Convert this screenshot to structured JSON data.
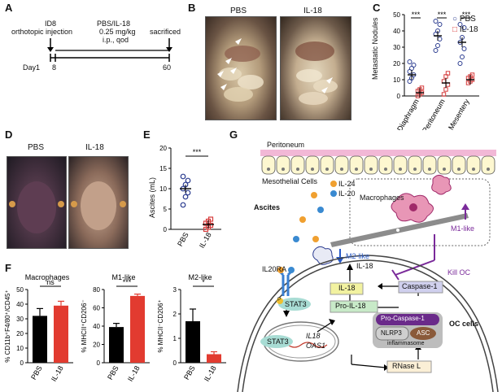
{
  "figure": {
    "labels": [
      "A",
      "B",
      "C",
      "D",
      "E",
      "F",
      "G"
    ]
  },
  "panel_a": {
    "line1": "ID8",
    "line2": "orthotopic injection",
    "treatment": "PBS/IL-18",
    "dose": "0.25 mg/kg",
    "schedule": "i.p., qod",
    "end": "sacrificed",
    "day_label": "Day1",
    "day8": "8",
    "day60": "60"
  },
  "panel_b": {
    "left": "PBS",
    "right": "IL-18"
  },
  "panel_d": {
    "left": "PBS",
    "right": "IL-18"
  },
  "chart_c": {
    "type": "scatter",
    "ylabel": "Metastatic Nodules",
    "yticks": [
      "0",
      "10",
      "20",
      "30",
      "40",
      "50"
    ],
    "ylim": [
      0,
      50
    ],
    "categories": [
      "Diaphragm",
      "Peritoneum",
      "Mesentery"
    ],
    "sig": [
      "***",
      "***",
      "***"
    ],
    "series": [
      {
        "name": "PBS",
        "color": "#2a3b8f",
        "means": [
          13,
          37,
          33
        ],
        "points": [
          [
            9,
            11,
            13,
            15,
            17,
            19,
            21
          ],
          [
            28,
            31,
            35,
            38,
            40,
            44,
            46
          ],
          [
            20,
            24,
            29,
            33,
            36,
            42,
            44
          ]
        ]
      },
      {
        "name": "IL-18",
        "color": "#d63a3a",
        "means": [
          2,
          8,
          10
        ],
        "points": [
          [
            0,
            1,
            2,
            3,
            4,
            5
          ],
          [
            1,
            4,
            7,
            9,
            12,
            14
          ],
          [
            8,
            9,
            10,
            11,
            12,
            13
          ]
        ]
      }
    ]
  },
  "chart_e": {
    "type": "scatter",
    "ylabel": "Ascites (mL)",
    "yticks": [
      "0",
      "5",
      "10",
      "15",
      "20"
    ],
    "ylim": [
      0,
      20
    ],
    "categories": [
      "PBS",
      "IL-18"
    ],
    "sig": "***",
    "series": [
      {
        "name": "PBS",
        "color": "#2a3b8f",
        "mean": 10,
        "points": [
          6,
          8,
          9,
          10,
          11,
          12,
          13
        ]
      },
      {
        "name": "IL-18",
        "color": "#d63a3a",
        "mean": 1.2,
        "points": [
          0,
          0.5,
          1,
          1.5,
          2,
          2.5
        ]
      }
    ]
  },
  "chart_f": [
    {
      "type": "bar",
      "title": "Macrophages",
      "ylabel": "% CD11b⁺F4/80⁺/CD45⁺",
      "yticks": [
        "0",
        "10",
        "20",
        "30",
        "40",
        "50"
      ],
      "ylim": [
        0,
        50
      ],
      "categories": [
        "PBS",
        "IL-18"
      ],
      "values": [
        32,
        39
      ],
      "errors": [
        5,
        3
      ],
      "sig": "ns"
    },
    {
      "type": "bar",
      "title": "M1-like",
      "ylabel": "% MHCII⁺CD206⁻",
      "yticks": [
        "0",
        "20",
        "40",
        "60",
        "80"
      ],
      "ylim": [
        0,
        80
      ],
      "categories": [
        "PBS",
        "IL-18"
      ],
      "values": [
        39,
        73
      ],
      "errors": [
        4,
        2
      ],
      "sig": "***"
    },
    {
      "type": "bar",
      "title": "M2-like",
      "ylabel": "% MHCII⁻CD206⁺",
      "yticks": [
        "0",
        "1",
        "2",
        "3"
      ],
      "ylim": [
        0,
        3
      ],
      "categories": [
        "PBS",
        "IL-18"
      ],
      "values": [
        1.7,
        0.35
      ],
      "errors": [
        0.5,
        0.1
      ],
      "sig": "*"
    }
  ],
  "panel_g": {
    "peritoneum": "Peritoneum",
    "mesothelial": "Mesothelial Cells",
    "il24": "IL-24",
    "il20": "IL-20",
    "ascites": "Ascites",
    "macrophages": "Macrophages",
    "m1": "M1-like",
    "m2": "M2-like",
    "kill": "Kill OC",
    "il18_out": "IL-18",
    "il20ra": "IL20RA",
    "il18_box": "IL-18",
    "caspase1": "Caspase-1",
    "stat3": "STAT3",
    "pro_il18": "Pro-IL-18",
    "oc_cells": "OC cells",
    "pro_caspase": "Pro-Caspase-1",
    "nlrp3": "NLRP3",
    "asc": "ASC",
    "inflammasome": "inflammasome",
    "stat3_nuc": "STAT3",
    "gene1": "IL18",
    "gene2": "OAS1",
    "rnase": "RNase L",
    "p": "P"
  },
  "colors": {
    "pbs": "#2a3b8f",
    "il18": "#d63a3a",
    "m1": "#7a2a9a",
    "m2": "#2a5bc8"
  }
}
